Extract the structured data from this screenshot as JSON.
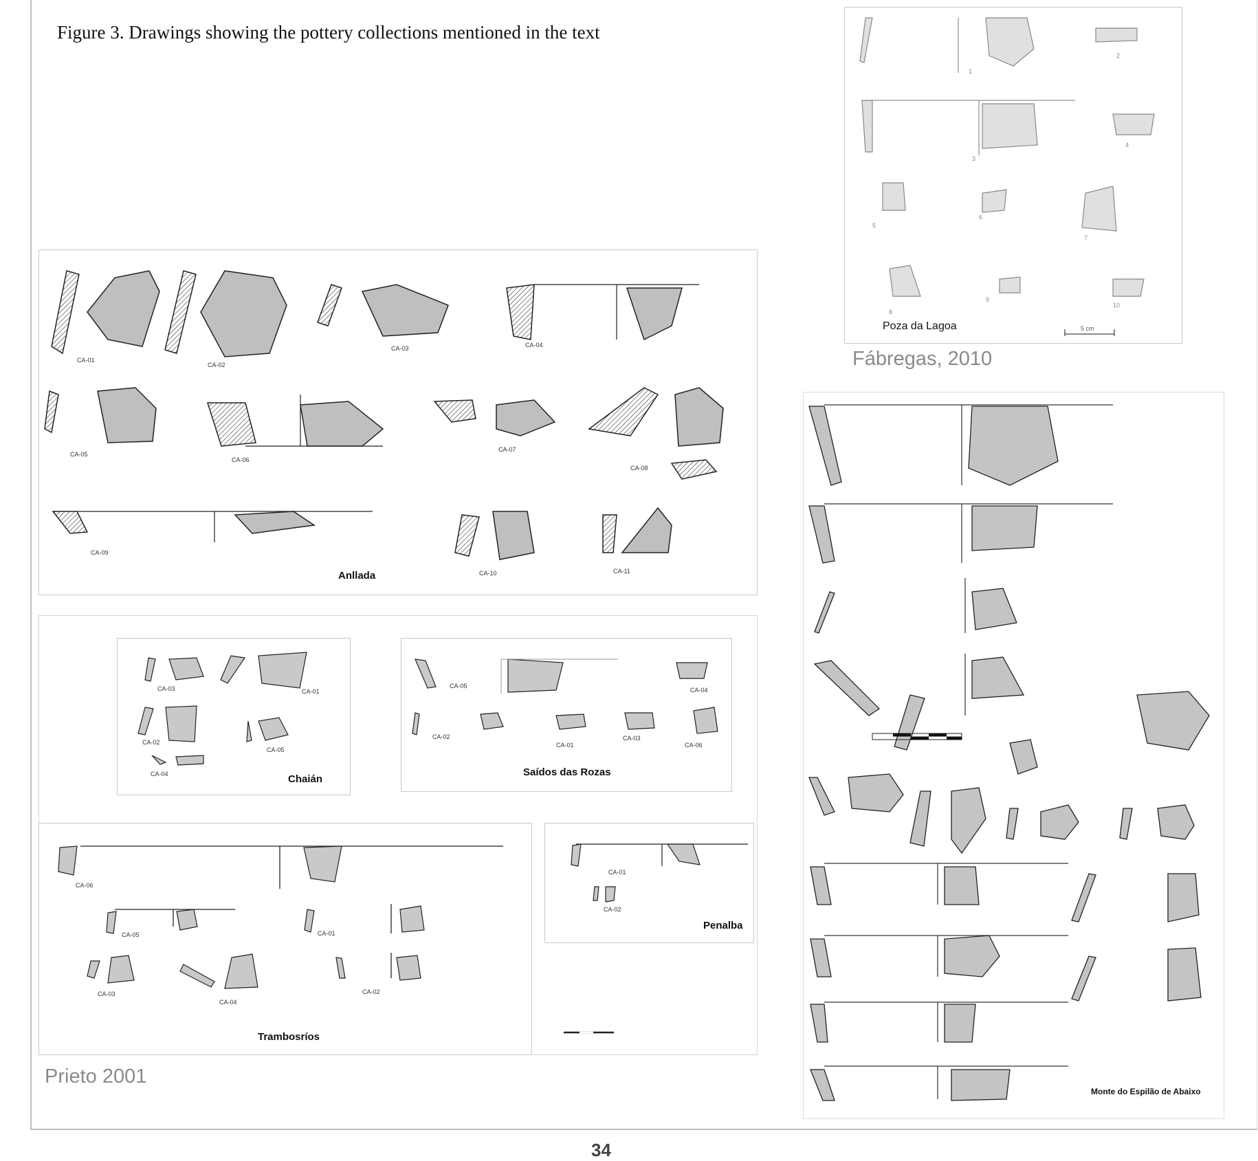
{
  "figure": {
    "caption": "Figure 3. Drawings showing the pottery collections mentioned in the text"
  },
  "panels": {
    "anllada": {
      "site": "Anllada",
      "labels": [
        "CA-01",
        "CA-02",
        "CA-03",
        "CA-04",
        "CA-05",
        "CA-06",
        "CA-07",
        "CA-08",
        "CA-09",
        "CA-10",
        "CA-11"
      ]
    },
    "chaian": {
      "site": "Chaián",
      "labels": [
        "CA-03",
        "CA-01",
        "CA-02",
        "CA-05",
        "CA-04"
      ]
    },
    "saidos": {
      "site": "Saídos das Rozas",
      "labels": [
        "CA-05",
        "CA-04",
        "CA-02",
        "CA-01",
        "CA-03",
        "CA-06"
      ]
    },
    "trambosrios": {
      "site": "Trambosríos",
      "labels": [
        "CA-06",
        "CA-05",
        "CA-01",
        "CA-03",
        "CA-04",
        "CA-02"
      ]
    },
    "penalba": {
      "site": "Penalba",
      "labels": [
        "CA-01",
        "CA-02"
      ]
    },
    "poza": {
      "site": "Poza da Lagoa",
      "numbers": [
        "1",
        "2",
        "3",
        "4",
        "5",
        "6",
        "7",
        "8",
        "9",
        "10"
      ],
      "scale": "5 cm"
    },
    "monte": {
      "site": "Monte do Espilão de Abaixo"
    }
  },
  "credits": {
    "prieto": "Prieto 2001",
    "fabregas": "Fábregas, 2010"
  },
  "page_number": "34"
}
